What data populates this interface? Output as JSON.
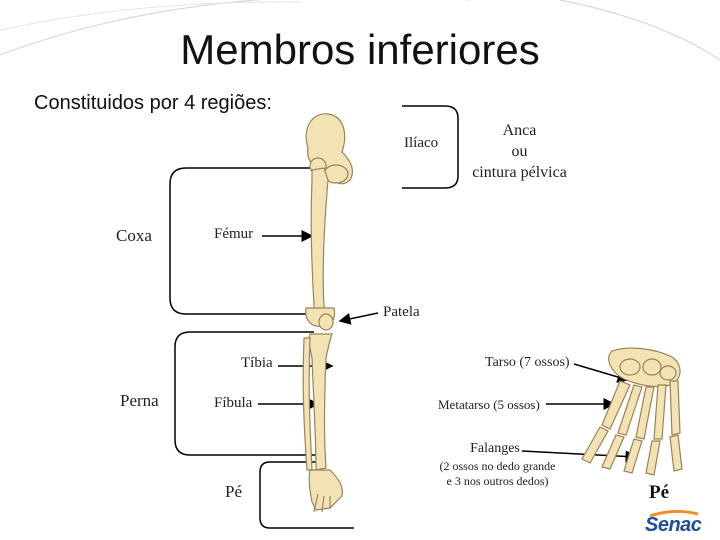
{
  "slide": {
    "title": "Membros inferiores",
    "subtitle": "Constituidos por 4 regiões:"
  },
  "regions": {
    "anca_line1": "Anca",
    "anca_line2": "ou",
    "anca_line3": "cintura pélvica",
    "coxa": "Coxa",
    "perna": "Perna",
    "pe": "Pé"
  },
  "bones": {
    "iliaco": "Ilíaco",
    "femur": "Fémur",
    "patela": "Patela",
    "tibia": "Tíbia",
    "fibula": "Fíbula"
  },
  "foot": {
    "tarso": "Tarso (7 ossos)",
    "metatarso": "Metatarso (5 ossos)",
    "falanges": "Falanges",
    "falanges_note1": "(2 ossos no dedo grande",
    "falanges_note2": "e 3 nos outros dedos)",
    "pe_label": "Pé"
  },
  "logo": {
    "text": "Senac"
  },
  "colors": {
    "bone": "#f3e2b3",
    "bone_outline": "#9a8457",
    "line": "#000000",
    "logo_blue": "#1e4f9a",
    "logo_orange": "#f28c28"
  }
}
